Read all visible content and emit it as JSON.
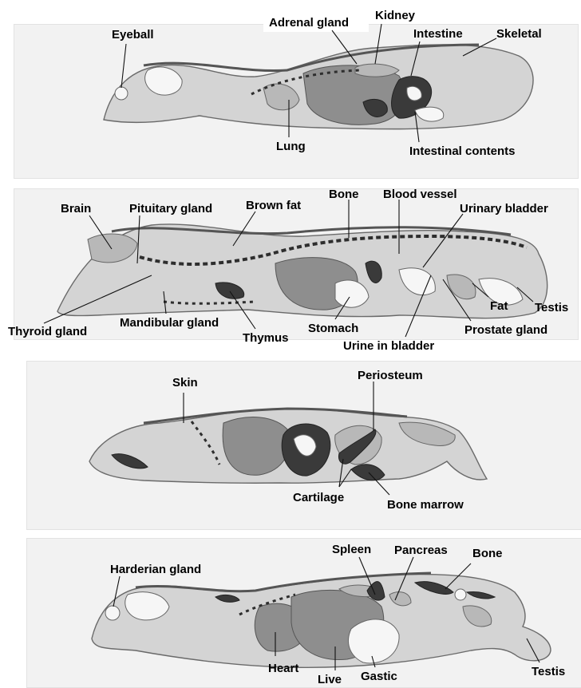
{
  "panels": [
    {
      "labels": {
        "eyeball": "Eyeball",
        "adrenal_gland": "Adrenal gland",
        "kidney": "Kidney",
        "intestine": "Intestine",
        "skeletal": "Skeletal",
        "lung": "Lung",
        "intestinal_contents": "Intestinal contents"
      }
    },
    {
      "labels": {
        "brain": "Brain",
        "pituitary_gland": "Pituitary gland",
        "brown_fat": "Brown fat",
        "bone": "Bone",
        "blood_vessel": "Blood vessel",
        "urinary_bladder": "Urinary bladder",
        "thyroid_gland": "Thyroid gland",
        "mandibular_gland": "Mandibular gland",
        "thymus": "Thymus",
        "stomach": "Stomach",
        "urine_in_bladder": "Urine in bladder",
        "prostate_gland": "Prostate gland",
        "fat": "Fat",
        "testis": "Testis"
      }
    },
    {
      "labels": {
        "skin": "Skin",
        "periosteum": "Periosteum",
        "cartilage": "Cartilage",
        "bone_marrow": "Bone marrow"
      }
    },
    {
      "labels": {
        "harderian_gland": "Harderian gland",
        "spleen": "Spleen",
        "pancreas": "Pancreas",
        "bone": "Bone",
        "heart": "Heart",
        "live": "Live",
        "gastic": "Gastic",
        "testis": "Testis"
      }
    }
  ]
}
